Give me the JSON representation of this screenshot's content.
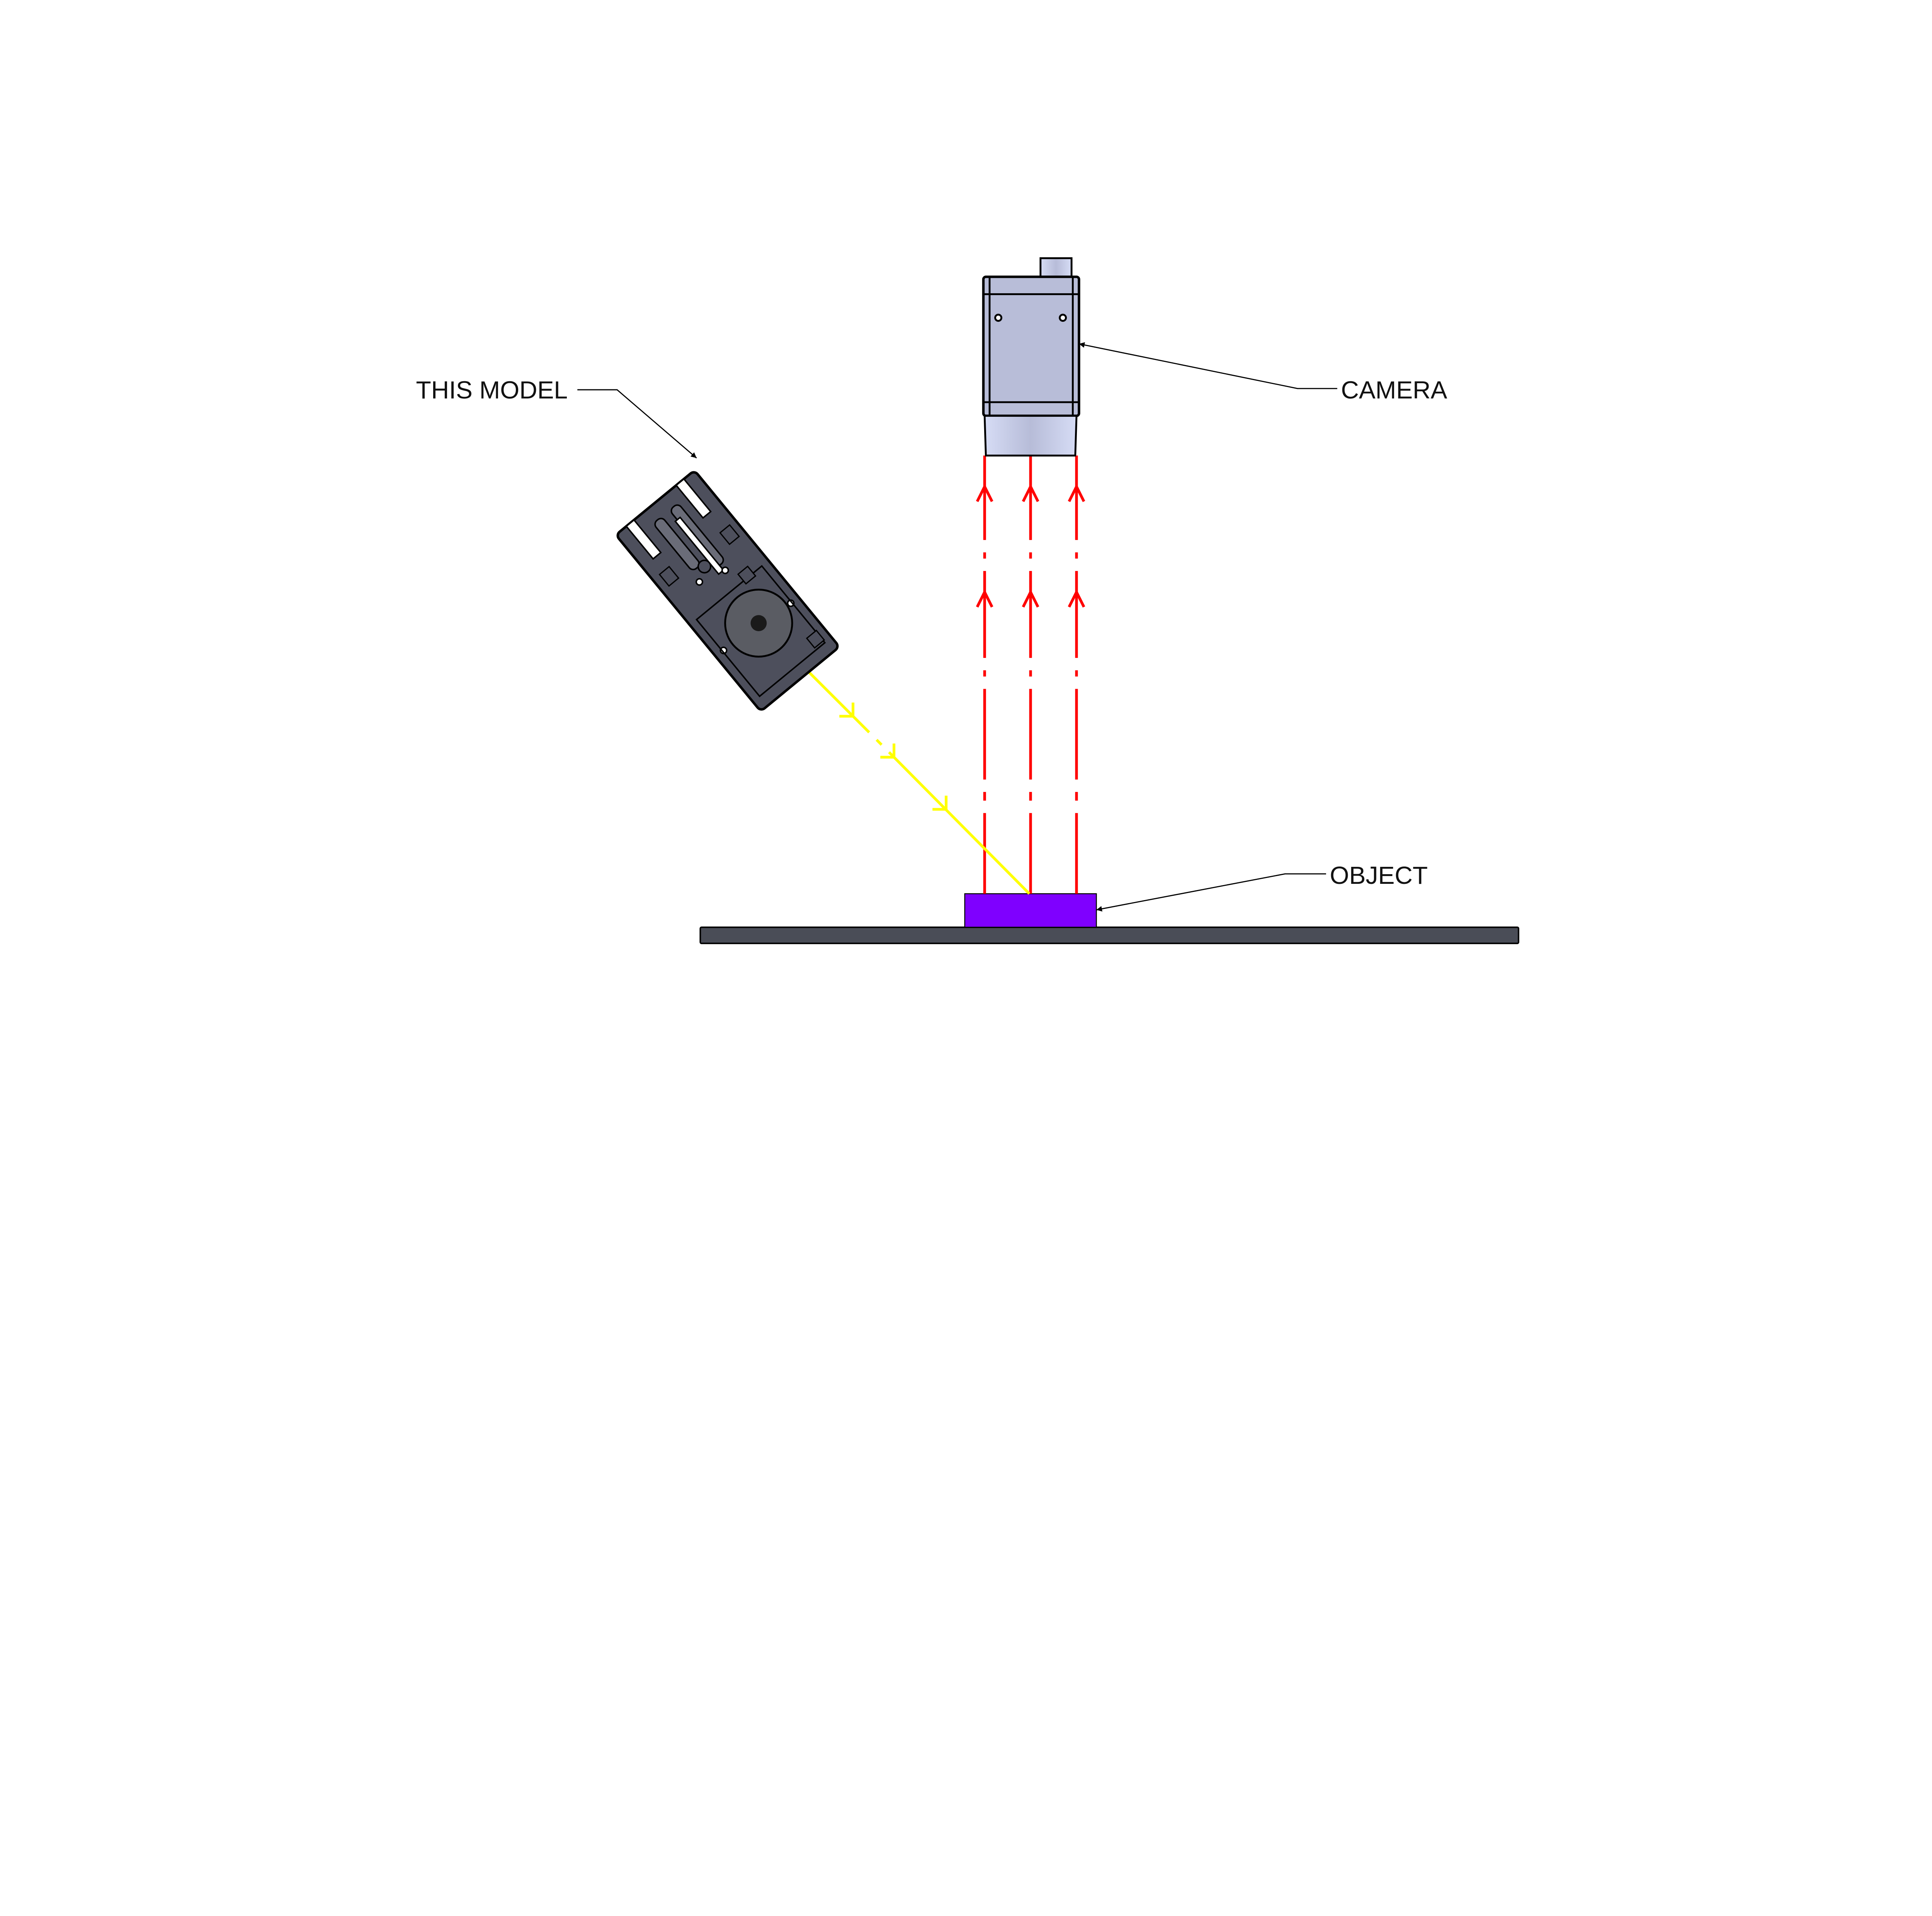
{
  "labels": {
    "model": "THIS MODEL",
    "camera": "CAMERA",
    "object": "OBJECT"
  },
  "colors": {
    "camera_body": "#b8bdd8",
    "camera_lens": "#c9cfe8",
    "model_body": "#4d4f5c",
    "object": "#7f00ff",
    "table": "#4a4d57",
    "reflected_rays": "#ff0000",
    "emitted_ray": "#ffff00"
  }
}
